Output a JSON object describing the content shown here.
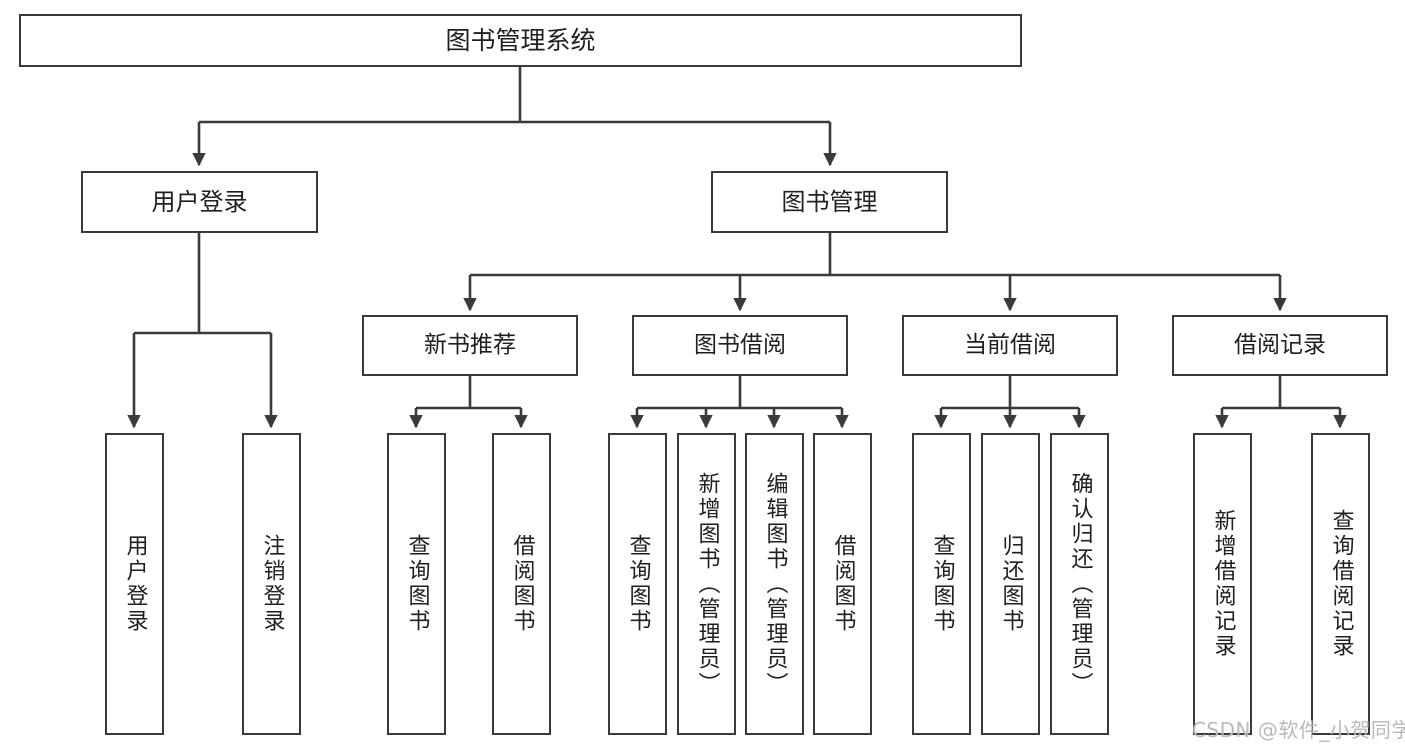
{
  "diagram": {
    "title": "图书管理系统",
    "type": "tree",
    "watermark": "CSDN @软件_小贺同学",
    "colors": {
      "box_border": "#3a3a3a",
      "box_fill": "#ffffff",
      "connector": "#3a3a3a",
      "text": "#1f1f1f",
      "watermark": "#b9b9b9",
      "background": "#ffffff"
    },
    "nodes": {
      "root": {
        "label": "图书管理系统"
      },
      "level2": [
        {
          "label": "用户登录"
        },
        {
          "label": "图书管理"
        }
      ],
      "level3": [
        {
          "label": "新书推荐"
        },
        {
          "label": "图书借阅"
        },
        {
          "label": "当前借阅"
        },
        {
          "label": "借阅记录"
        }
      ],
      "leaves": {
        "user_login": [
          {
            "label": "用户登录"
          },
          {
            "label": "注销登录"
          }
        ],
        "new_book_recommend": [
          {
            "label": "查询图书"
          },
          {
            "label": "借阅图书"
          }
        ],
        "book_borrow": [
          {
            "label": "查询图书"
          },
          {
            "label": "新增图书（管理员）"
          },
          {
            "label": "编辑图书（管理员）"
          },
          {
            "label": "借阅图书"
          }
        ],
        "current_borrow": [
          {
            "label": "查询图书"
          },
          {
            "label": "归还图书"
          },
          {
            "label": "确认归还（管理员）"
          }
        ],
        "borrow_record": [
          {
            "label": "新增借阅记录"
          },
          {
            "label": "查询借阅记录"
          }
        ]
      }
    }
  }
}
